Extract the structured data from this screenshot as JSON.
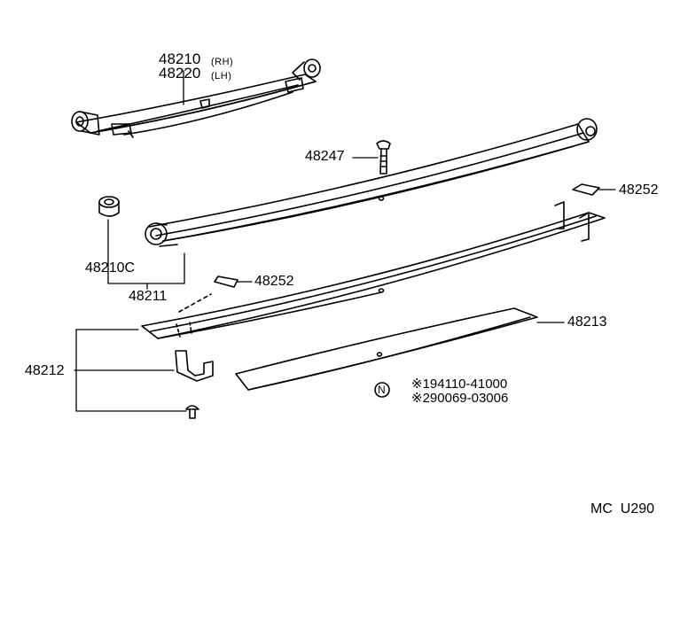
{
  "parts": {
    "main_spring_rh": "48210",
    "rh_tag": "(RH)",
    "main_spring_lh": "48220",
    "lh_tag": "(LH)",
    "u_bolt": "48247",
    "bushing": "48210C",
    "leaf_no1": "48211",
    "insert_upper": "48252",
    "insert_lower": "48252",
    "leaf_no2": "48212",
    "leaf_no3": "48213"
  },
  "note_symbol": "N",
  "note_lines": [
    "※194110-41000",
    "※290069-03006"
  ],
  "diagram_code": "MC  U290"
}
